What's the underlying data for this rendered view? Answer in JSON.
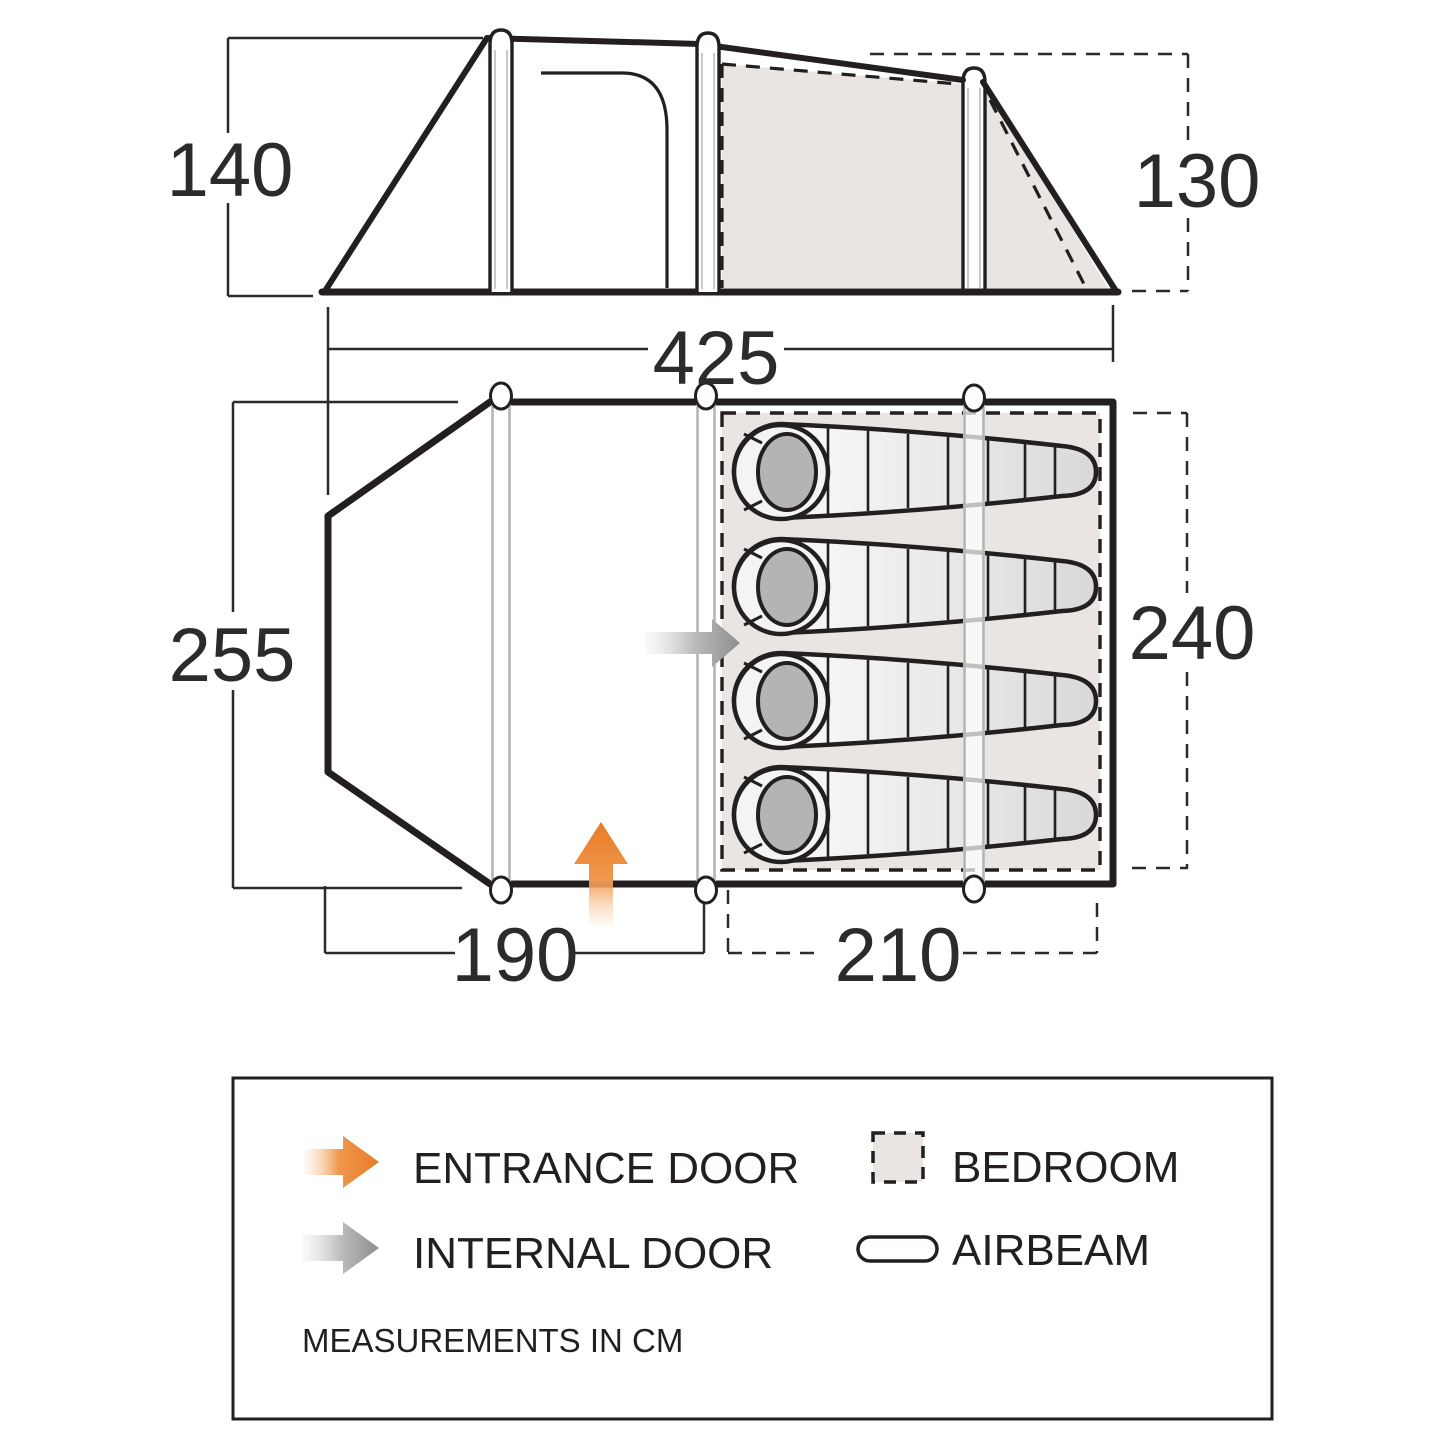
{
  "diagram": {
    "side_view": {
      "height_left": "140",
      "height_right": "130",
      "total_width": "425"
    },
    "floor_plan": {
      "depth": "255",
      "bedroom_depth": "240",
      "living_width": "190",
      "bedroom_width": "210",
      "sleeping_bag_count": "4"
    }
  },
  "legend": {
    "items": [
      {
        "icon": "entrance-door-arrow-icon",
        "label": "ENTRANCE DOOR"
      },
      {
        "icon": "internal-door-arrow-icon",
        "label": "INTERNAL DOOR"
      },
      {
        "icon": "bedroom-swatch-icon",
        "label": "BEDROOM"
      },
      {
        "icon": "airbeam-pill-icon",
        "label": "AIRBEAM"
      }
    ],
    "note": "MEASUREMENTS IN CM"
  },
  "colors": {
    "entrance": "#e87b26",
    "internal": "#8e8e8e",
    "bedroom_fill": "#e9e5e2",
    "line": "#231f20"
  }
}
